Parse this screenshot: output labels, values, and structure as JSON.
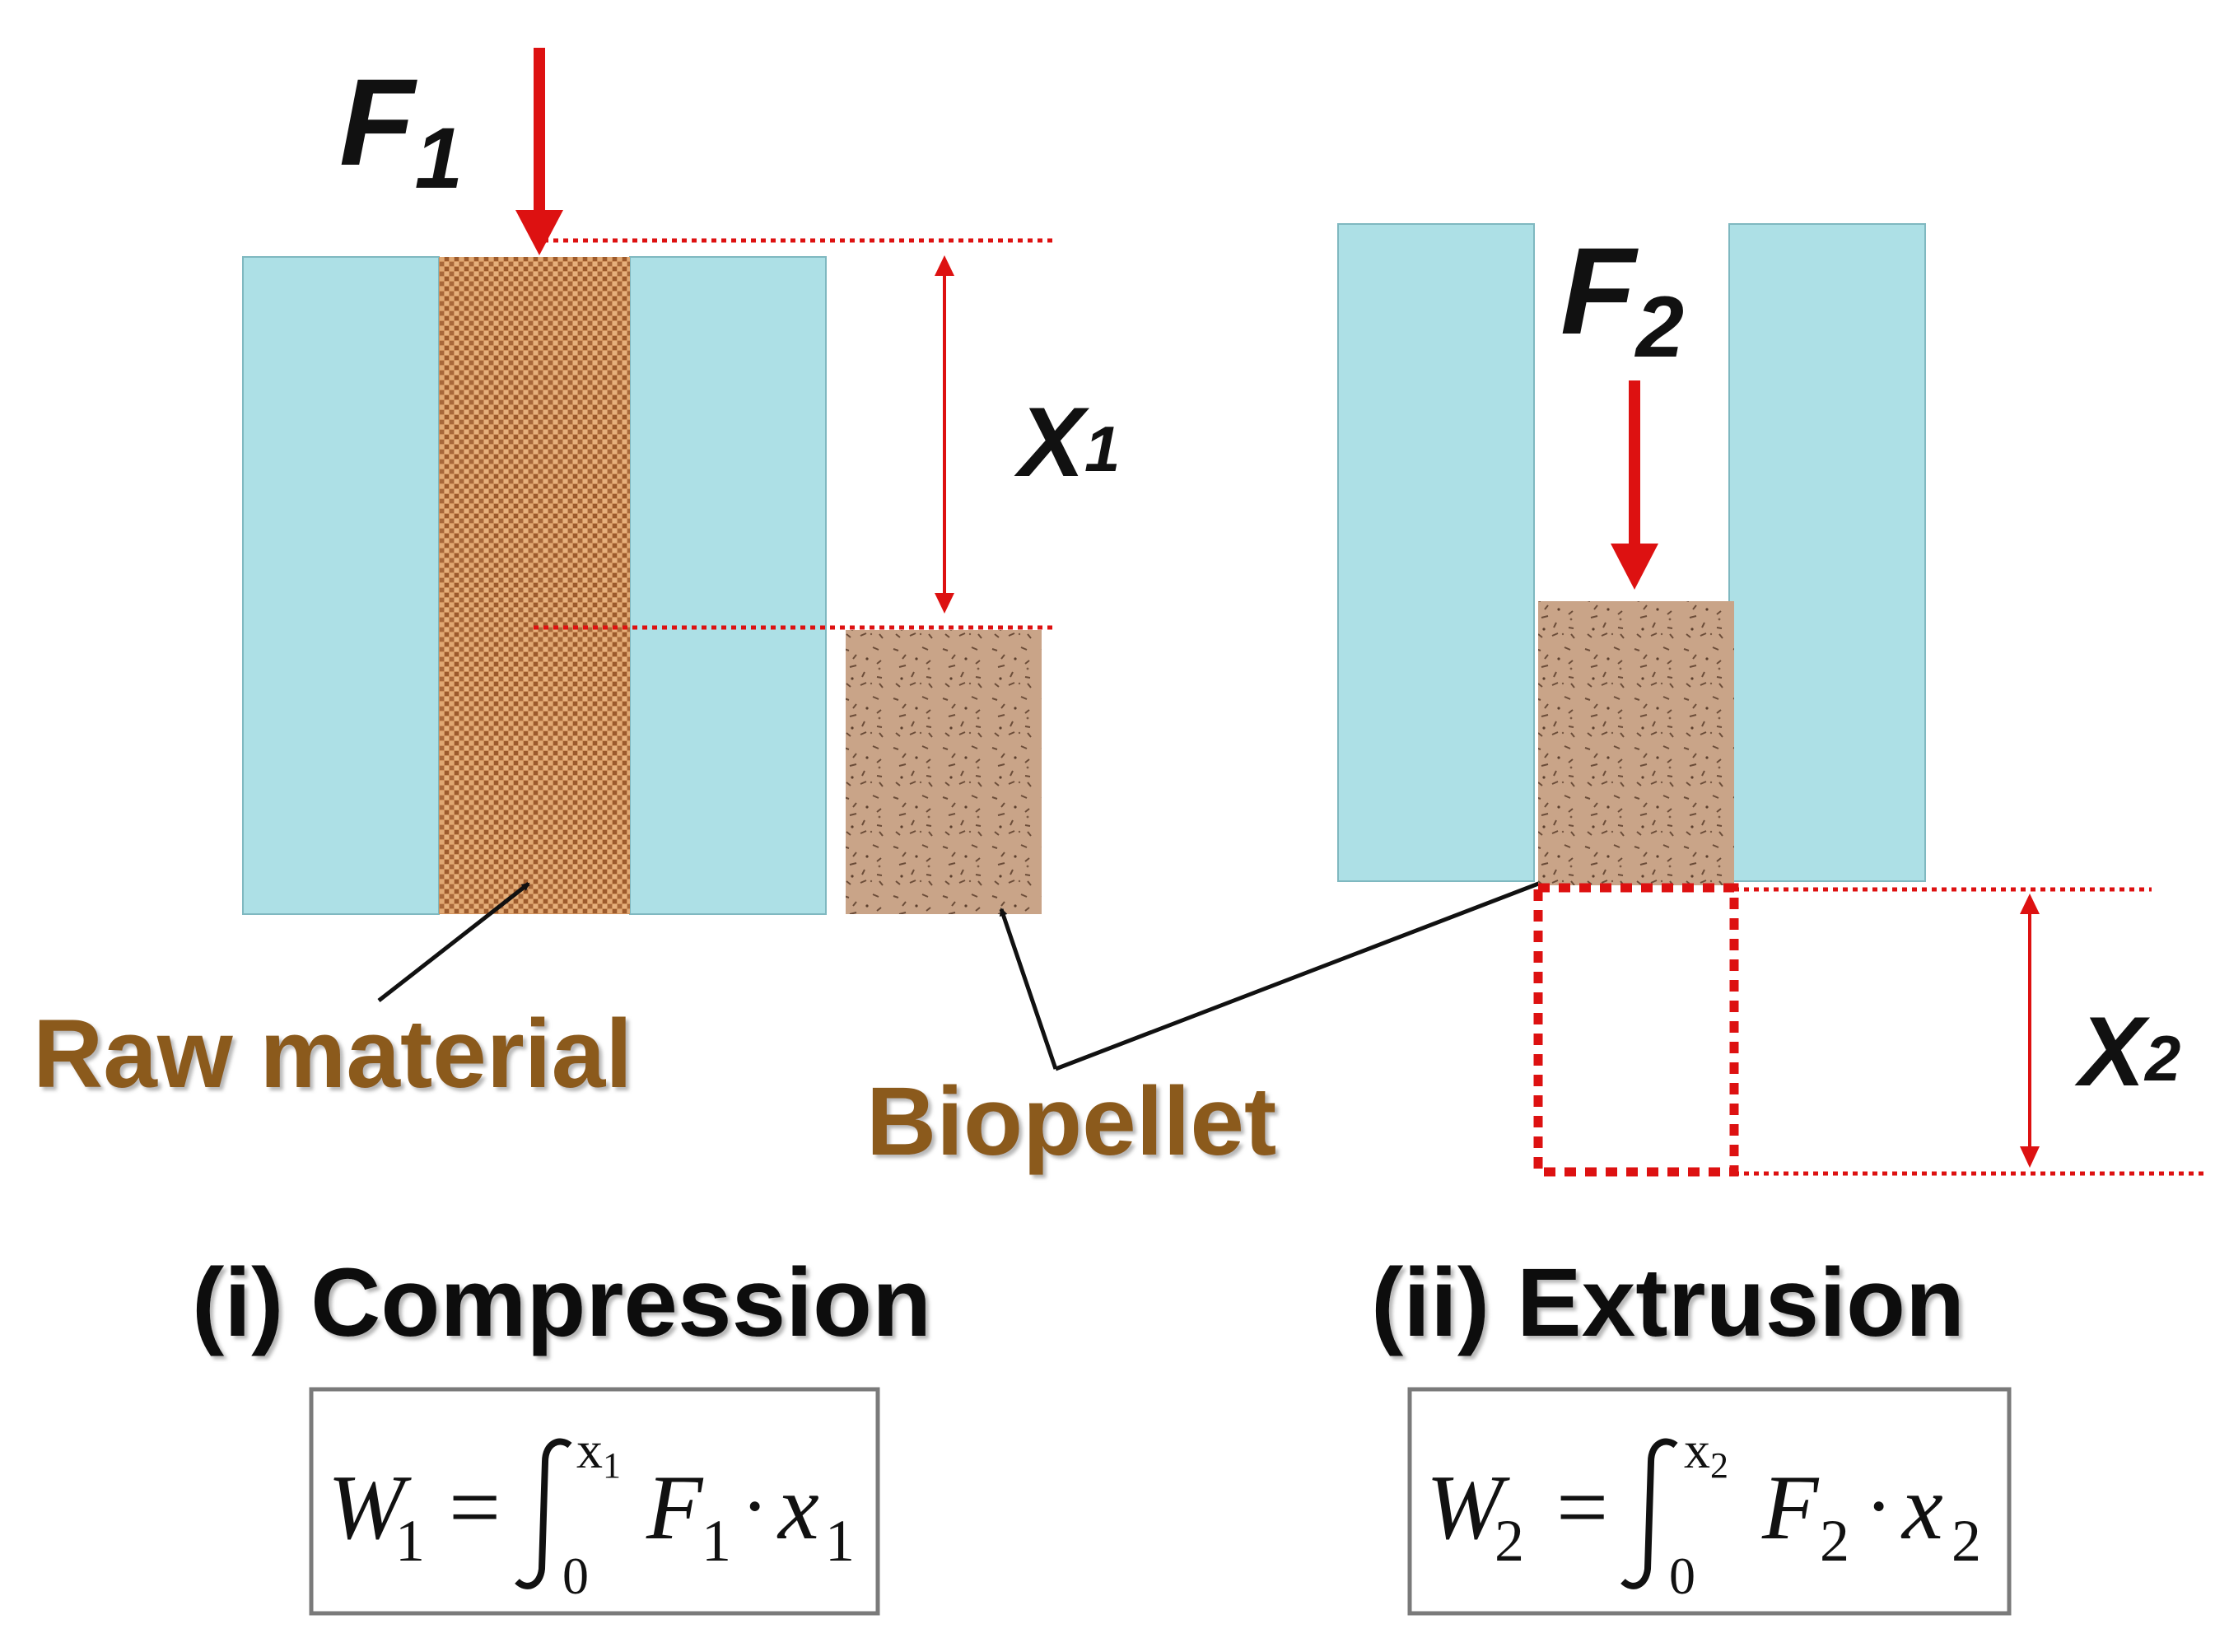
{
  "compression": {
    "force_label": {
      "main": "F",
      "sub": "1"
    },
    "distance_label": {
      "main": "X",
      "sub": "1"
    },
    "caption": "(i) Compression",
    "formula": {
      "W": "W",
      "W_sub": "1",
      "eq": "=",
      "int_lower": "0",
      "int_upper": "x",
      "int_upper_sub": "1",
      "F": "F",
      "F_sub": "1",
      "dot": "·",
      "x": "x",
      "x_sub": "1"
    }
  },
  "extrusion": {
    "force_label": {
      "main": "F",
      "sub": "2"
    },
    "distance_label": {
      "main": "X",
      "sub": "2"
    },
    "caption": "(ii) Extrusion",
    "formula": {
      "W": "W",
      "W_sub": "2",
      "eq": "=",
      "int_lower": "0",
      "int_upper": "x",
      "int_upper_sub": "2",
      "F": "F",
      "F_sub": "2",
      "dot": "·",
      "x": "x",
      "x_sub": "2"
    }
  },
  "labels": {
    "raw_material": "Raw material",
    "biopellet": "Biopellet"
  },
  "colors": {
    "die": "#ade0e6",
    "die_border": "#7fb8c0",
    "raw_material": "#c98a55",
    "raw_material_weave": "#9c5a2c",
    "biopellet": "#c7a286",
    "biopellet_speckle": "#6b4c38",
    "arrow_red": "#dd1111",
    "label_brown": "#8b5a1e",
    "text_black": "#111111",
    "formula_border": "#7a7a7a"
  }
}
